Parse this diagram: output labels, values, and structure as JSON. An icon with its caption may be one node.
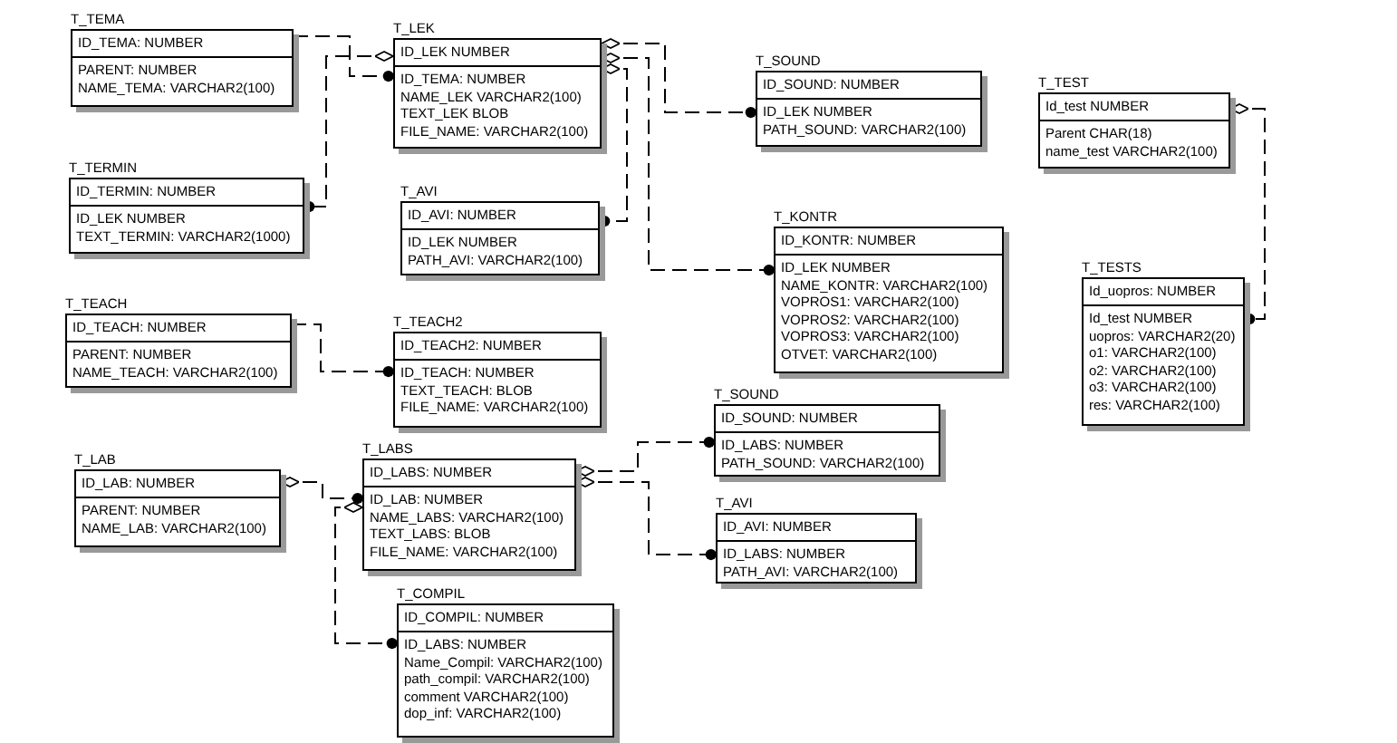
{
  "diagram": {
    "nodes": [
      {
        "text": [
          "T_TEMA",
          "ID_TEMA: NUMBER",
          "PARENT: NUMBER",
          "NAME_TEMA: VARCHAR2(100)"
        ]
      },
      {
        "text": [
          "T_LEK",
          "ID_LEK NUMBER",
          "ID_TEMA: NUMBER",
          "NAME_LEK VARCHAR2(100)",
          "TEXT_LEK BLOB",
          "FILE_NAME: VARCHAR2(100)"
        ]
      },
      {
        "text": [
          "T_SOUND",
          "ID_SOUND: NUMBER",
          "ID_LEK NUMBER",
          "PATH_SOUND: VARCHAR2(100)"
        ]
      },
      {
        "text": [
          "T_TEST",
          "Id_test NUMBER",
          "Parent CHAR(18)",
          "name_test VARCHAR2(100)"
        ]
      },
      {
        "text": [
          "T_TERMIN",
          "ID_TERMIN: NUMBER",
          "ID_LEK NUMBER",
          "TEXT_TERMIN: VARCHAR2(1000)"
        ]
      },
      {
        "text": [
          "T_AVI",
          "ID_AVI: NUMBER",
          "ID_LEK NUMBER",
          "PATH_AVI: VARCHAR2(100)"
        ]
      },
      {
        "text": [
          "T_KONTR",
          "ID_KONTR: NUMBER",
          "ID_LEK NUMBER",
          "NAME_KONTR: VARCHAR2(100)",
          "VOPROS1: VARCHAR2(100)",
          "VOPROS2: VARCHAR2(100)",
          "VOPROS3: VARCHAR2(100)",
          "OTVET: VARCHAR2(100)"
        ]
      },
      {
        "text": [
          "T_TESTS",
          "Id_uopros: NUMBER",
          "Id_test NUMBER",
          "uopros: VARCHAR2(20)",
          "o1: VARCHAR2(100)",
          "o2: VARCHAR2(100)",
          "o3: VARCHAR2(100)",
          "res: VARCHAR2(100)"
        ]
      },
      {
        "text": [
          "T_TEACH",
          "ID_TEACH: NUMBER",
          "PARENT: NUMBER",
          "NAME_TEACH: VARCHAR2(100)"
        ]
      },
      {
        "text": [
          "T_TEACH2",
          "ID_TEACH2: NUMBER",
          "ID_TEACH: NUMBER",
          "TEXT_TEACH: BLOB",
          "FILE_NAME: VARCHAR2(100)"
        ]
      },
      {
        "text": [
          "T_SOUND",
          "ID_SOUND: NUMBER",
          "ID_LABS: NUMBER",
          "PATH_SOUND: VARCHAR2(100)"
        ]
      },
      {
        "text": [
          "T_LAB",
          "ID_LAB: NUMBER",
          "PARENT: NUMBER",
          "NAME_LAB: VARCHAR2(100)"
        ]
      },
      {
        "text": [
          "T_LABS",
          "ID_LABS: NUMBER",
          "ID_LAB: NUMBER",
          "NAME_LABS: VARCHAR2(100)",
          "TEXT_LABS: BLOB",
          "FILE_NAME: VARCHAR2(100)"
        ]
      },
      {
        "text": [
          "T_AVI",
          "ID_AVI: NUMBER",
          "ID_LABS: NUMBER",
          "PATH_AVI: VARCHAR2(100)"
        ]
      },
      {
        "text": [
          "T_COMPIL",
          "ID_COMPIL: NUMBER",
          "ID_LABS: NUMBER",
          "Name_Compil: VARCHAR2(100)",
          "path_compil: VARCHAR2(100)",
          "comment VARCHAR2(100)",
          "dop_inf: VARCHAR2(100)"
        ]
      }
    ],
    "edges": [
      {
        "from": 0,
        "to": 1,
        "arrow": "other"
      },
      {
        "from": 1,
        "to": 4,
        "arrow": "other"
      },
      {
        "from": 1,
        "to": 2,
        "arrow": "other"
      },
      {
        "from": 1,
        "to": 6,
        "arrow": "other"
      },
      {
        "from": 1,
        "to": 5,
        "arrow": "other"
      },
      {
        "from": 3,
        "to": 7,
        "arrow": "other"
      },
      {
        "from": 8,
        "to": 9,
        "arrow": "other"
      },
      {
        "from": 11,
        "to": 12,
        "arrow": "other"
      },
      {
        "from": 12,
        "to": 14,
        "arrow": "other"
      },
      {
        "from": 12,
        "to": 10,
        "arrow": "other"
      },
      {
        "from": 12,
        "to": 13,
        "arrow": "other"
      }
    ]
  }
}
